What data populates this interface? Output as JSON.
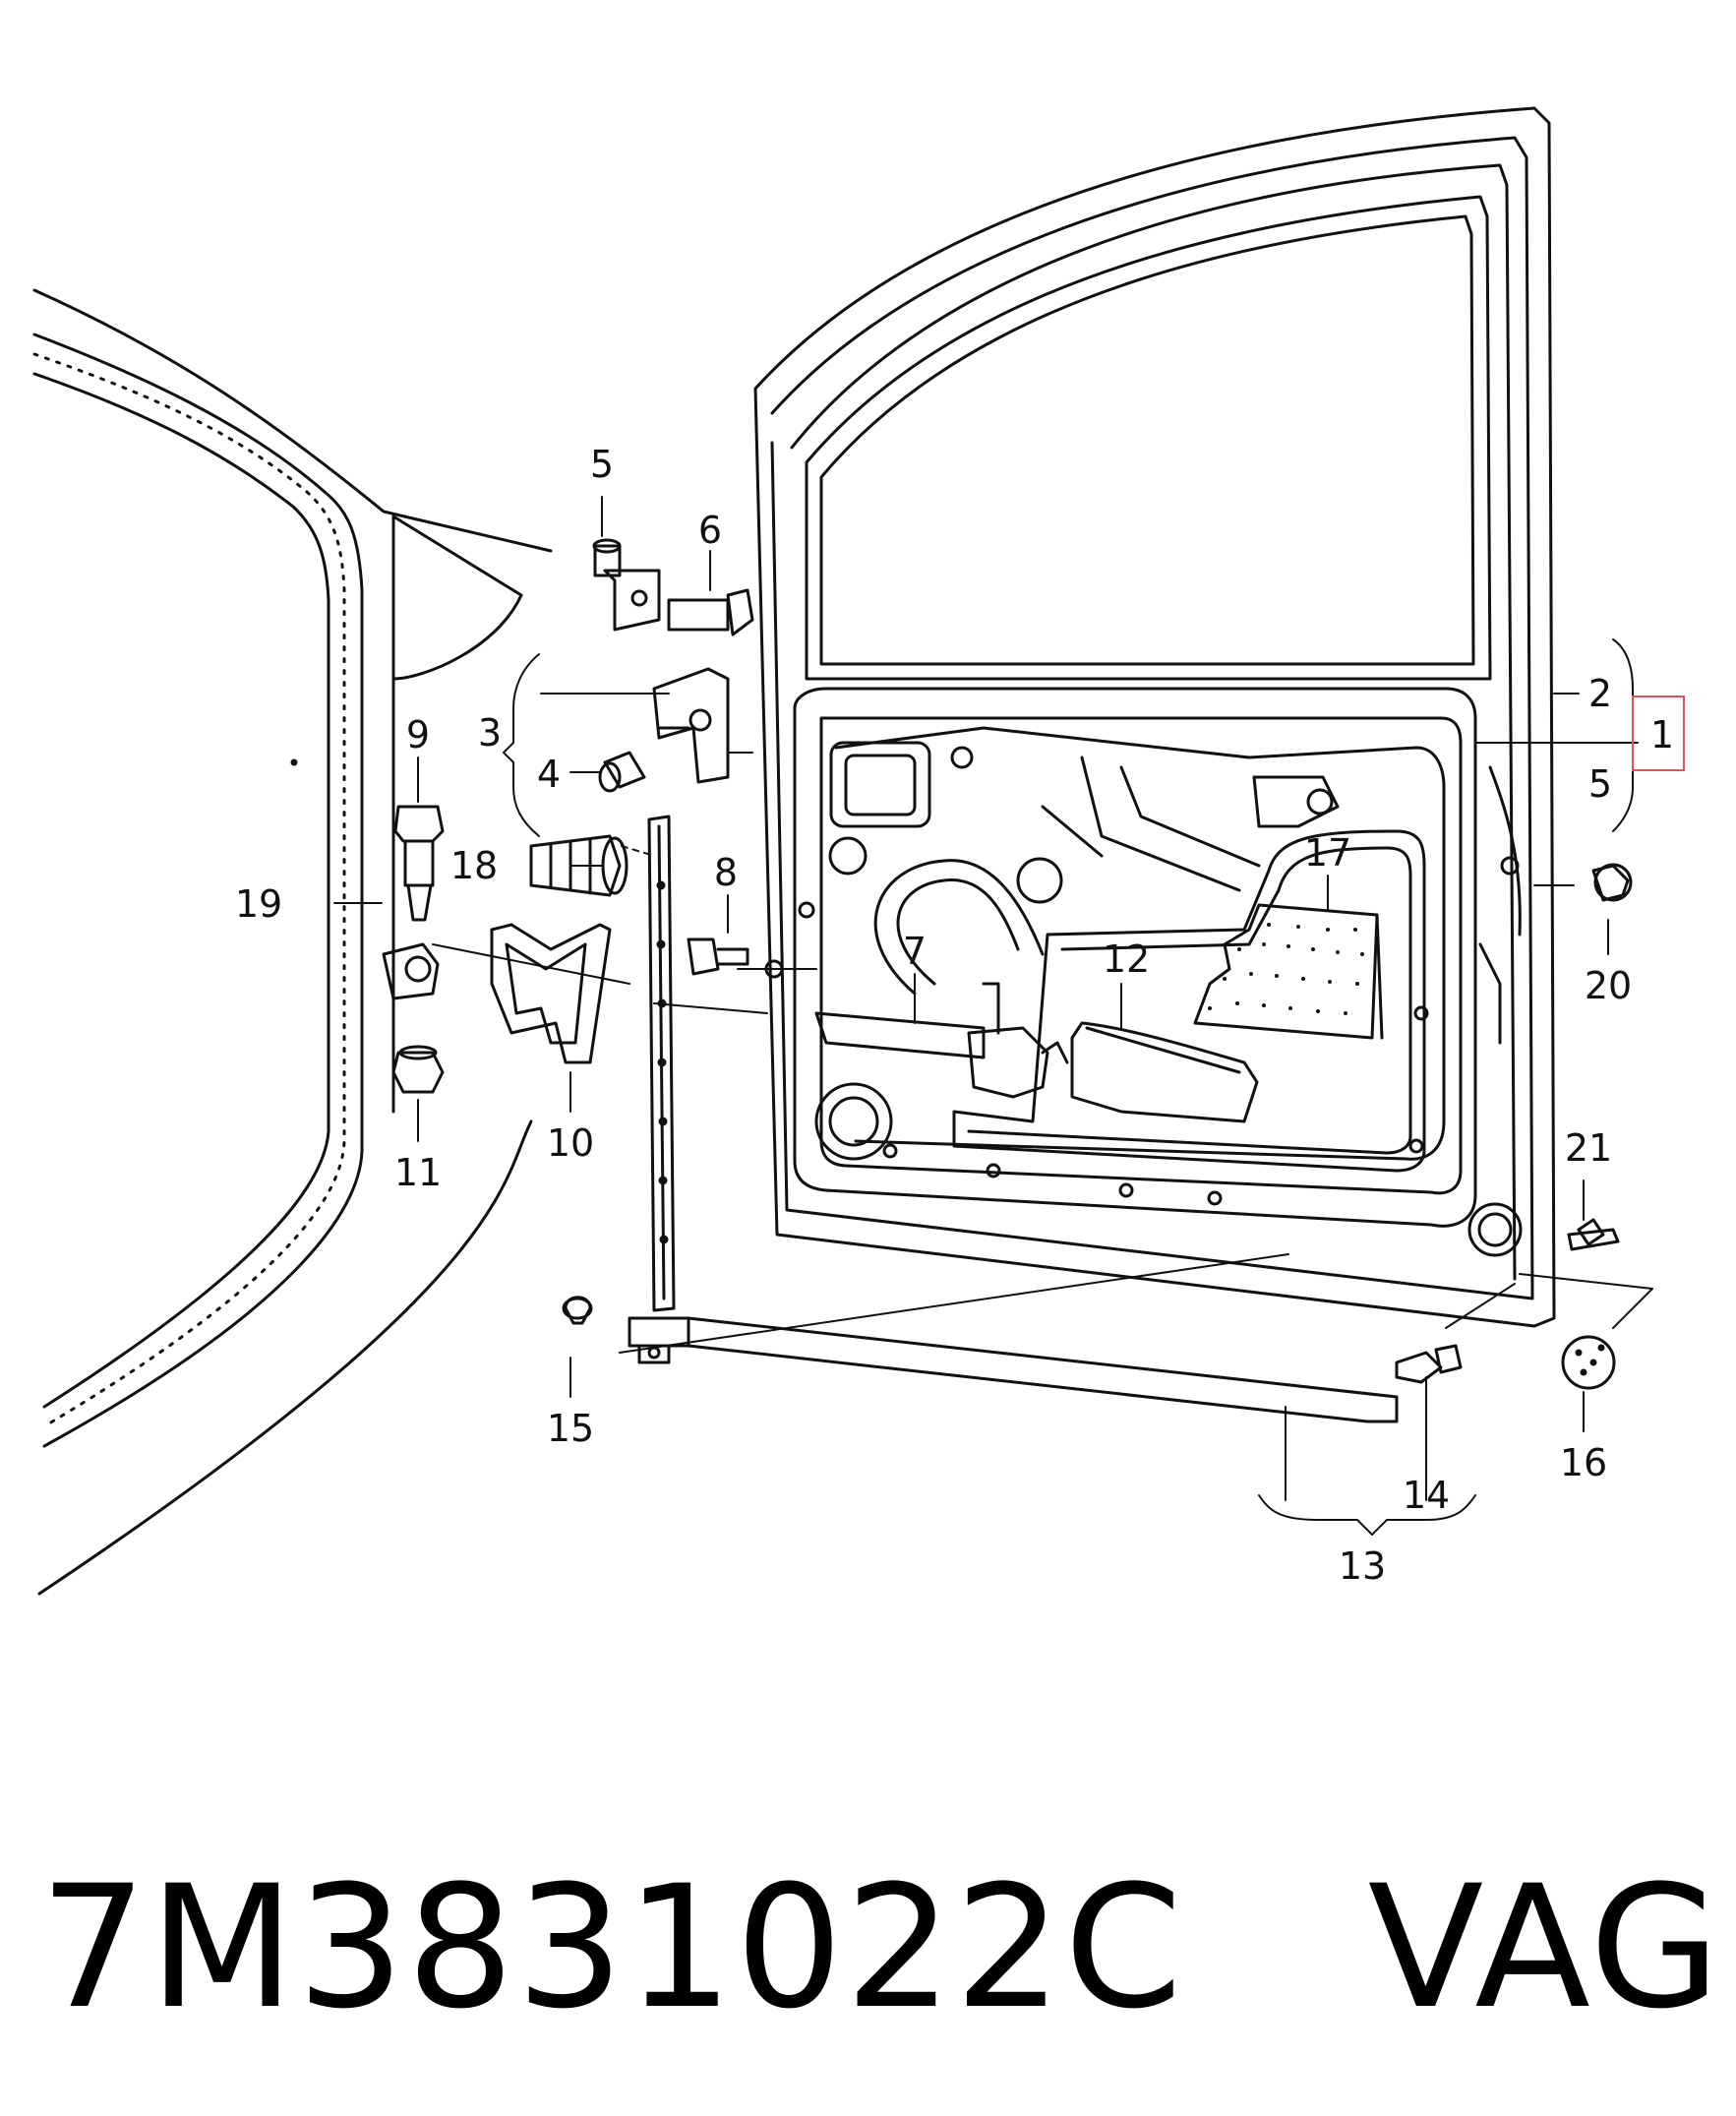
{
  "diagram": {
    "callouts": [
      {
        "key": "c1",
        "label": "1"
      },
      {
        "key": "c2",
        "label": "2"
      },
      {
        "key": "c3",
        "label": "3"
      },
      {
        "key": "c4",
        "label": "4"
      },
      {
        "key": "c5a",
        "label": "5"
      },
      {
        "key": "c5b",
        "label": "5"
      },
      {
        "key": "c6",
        "label": "6"
      },
      {
        "key": "c7",
        "label": "7"
      },
      {
        "key": "c8",
        "label": "8"
      },
      {
        "key": "c9",
        "label": "9"
      },
      {
        "key": "c10",
        "label": "10"
      },
      {
        "key": "c11",
        "label": "11"
      },
      {
        "key": "c12",
        "label": "12"
      },
      {
        "key": "c13",
        "label": "13"
      },
      {
        "key": "c14",
        "label": "14"
      },
      {
        "key": "c15",
        "label": "15"
      },
      {
        "key": "c16",
        "label": "16"
      },
      {
        "key": "c17",
        "label": "17"
      },
      {
        "key": "c18",
        "label": "18"
      },
      {
        "key": "c19",
        "label": "19"
      },
      {
        "key": "c20",
        "label": "20"
      },
      {
        "key": "c21",
        "label": "21"
      }
    ],
    "highlight_color": "#e05060"
  },
  "caption": {
    "part_number": "7M3831022C",
    "brand": "VAG"
  }
}
